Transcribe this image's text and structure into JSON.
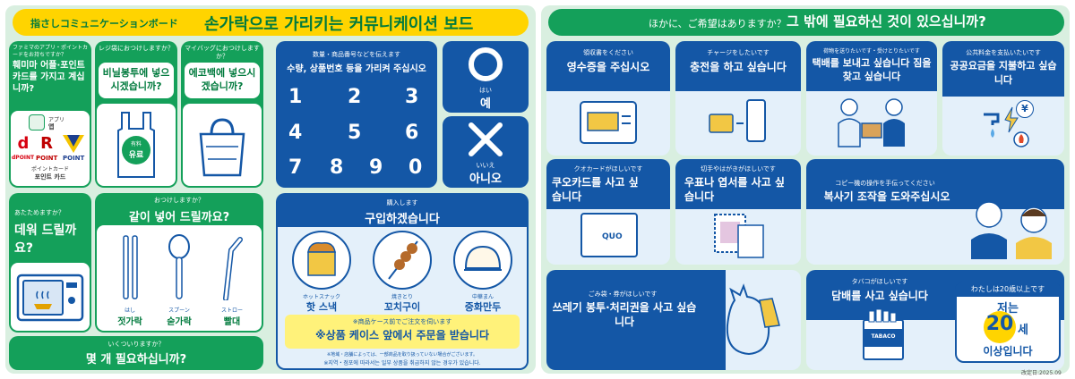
{
  "header_left": {
    "jp": "指さしコミュニケーションボード",
    "ko": "손가락으로 가리키는 커뮤니케이션 보드"
  },
  "header_right": {
    "jp": "ほかに、ご希望はありますか？",
    "ko": "그 밖에 필요하신 것이 있으십니까?"
  },
  "app_card": {
    "jp": "ファミマのアプリ・ポイントカードをお持ちですか？",
    "ko": "훼미마 어플·포인트 카드를 가지고 계십니까?",
    "app_jp": "アプリ",
    "app_ko": "앱",
    "d_label": "dPOINT",
    "r_label": "POINT",
    "v_label": "POINT",
    "pc_jp": "ポイントカード",
    "pc_ko": "포인트 카드"
  },
  "bag_card": {
    "jp": "レジ袋におつけしますか？",
    "ko": "비닐봉투에 넣으시겠습니까?",
    "tag_jp": "有料",
    "tag_ko": "유료"
  },
  "mybag_card": {
    "jp": "マイバッグにおつけしますか？",
    "ko": "에코백에 넣으시겠습니까?"
  },
  "warm_card": {
    "jp": "あたためますか？",
    "ko": "데워 드릴까요?"
  },
  "utensil_card": {
    "jp": "おつけしますか？",
    "ko": "같이 넣어 드릴까요?",
    "items": [
      {
        "jp": "はし",
        "ko": "젓가락"
      },
      {
        "jp": "スプーン",
        "ko": "숟가락"
      },
      {
        "jp": "ストロー",
        "ko": "빨대"
      }
    ]
  },
  "count_card": {
    "jp": "いくついりますか？",
    "ko": "몇 개 필요하십니까?"
  },
  "number_card": {
    "jp": "数量・商品番号などを伝えます",
    "ko": "수량, 상품번호 등을 가리켜 주십시오",
    "digits": [
      "1",
      "2",
      "3",
      "4",
      "5",
      "6",
      "7",
      "8",
      "9",
      "0"
    ]
  },
  "yes_card": {
    "jp": "はい",
    "ko": "예"
  },
  "no_card": {
    "jp": "いいえ",
    "ko": "아니오"
  },
  "buy_card": {
    "jp": "購入します",
    "ko": "구입하겠습니다",
    "items": [
      {
        "jp": "ホットスナック",
        "ko": "핫 스낵"
      },
      {
        "jp": "焼きとり",
        "ko": "꼬치구이"
      },
      {
        "jp": "中華まん",
        "ko": "중화만두"
      }
    ],
    "case_jp": "※商品ケース前でご注文を伺います",
    "case_ko": "※상품 케이스 앞에서 주문을 받습니다",
    "note_jp": "※地域・店舗によっては、一部商品を取り扱っていない場合がございます。",
    "note_ko": "※지역・점포에 따라서는 일부 상품을 취급하지 않는 경우가 있습니다."
  },
  "right_cards": [
    {
      "jp": "領収書をください",
      "ko": "영수증을 주십시오"
    },
    {
      "jp": "チャージをしたいです",
      "ko": "충전을 하고 싶습니다"
    },
    {
      "jp": "荷物を送りたいです・受けとりたいです",
      "ko": "택배를 보내고 싶습니다 짐을 찾고 싶습니다"
    },
    {
      "jp": "公共料金を支払いたいです",
      "ko": "공공요금을 지불하고 싶습니다"
    },
    {
      "jp": "クオカードがほしいです",
      "ko": "쿠오카드를 사고 싶습니다"
    },
    {
      "jp": "切手やはがきがほしいです",
      "ko": "우표나 엽서를 사고 싶습니다"
    },
    {
      "jp": "コピー機の操作を手伝ってください",
      "ko": "복사기 조작을 도와주십시오"
    },
    {
      "jp": "ごみ袋・券がほしいです",
      "ko": "쓰레기 봉투·처리권을 사고 싶습니다"
    },
    {
      "jp": "タバコがほしいです",
      "ko": "담배를 사고 싶습니다"
    }
  ],
  "age": {
    "jp": "わたしは20歳以上です",
    "pre": "저는",
    "num": "20",
    "unit": "세",
    "post": "이상입니다"
  },
  "quo_label": "QUO",
  "tabaco_label": "TABACO",
  "yen_symbol": "¥",
  "revised": "改定日:2025.09",
  "colors": {
    "green": "#14a05a",
    "navy": "#1457a6",
    "yellow": "#ffd400",
    "mint": "#d9efe0",
    "light_blue": "#e4f0fa"
  }
}
